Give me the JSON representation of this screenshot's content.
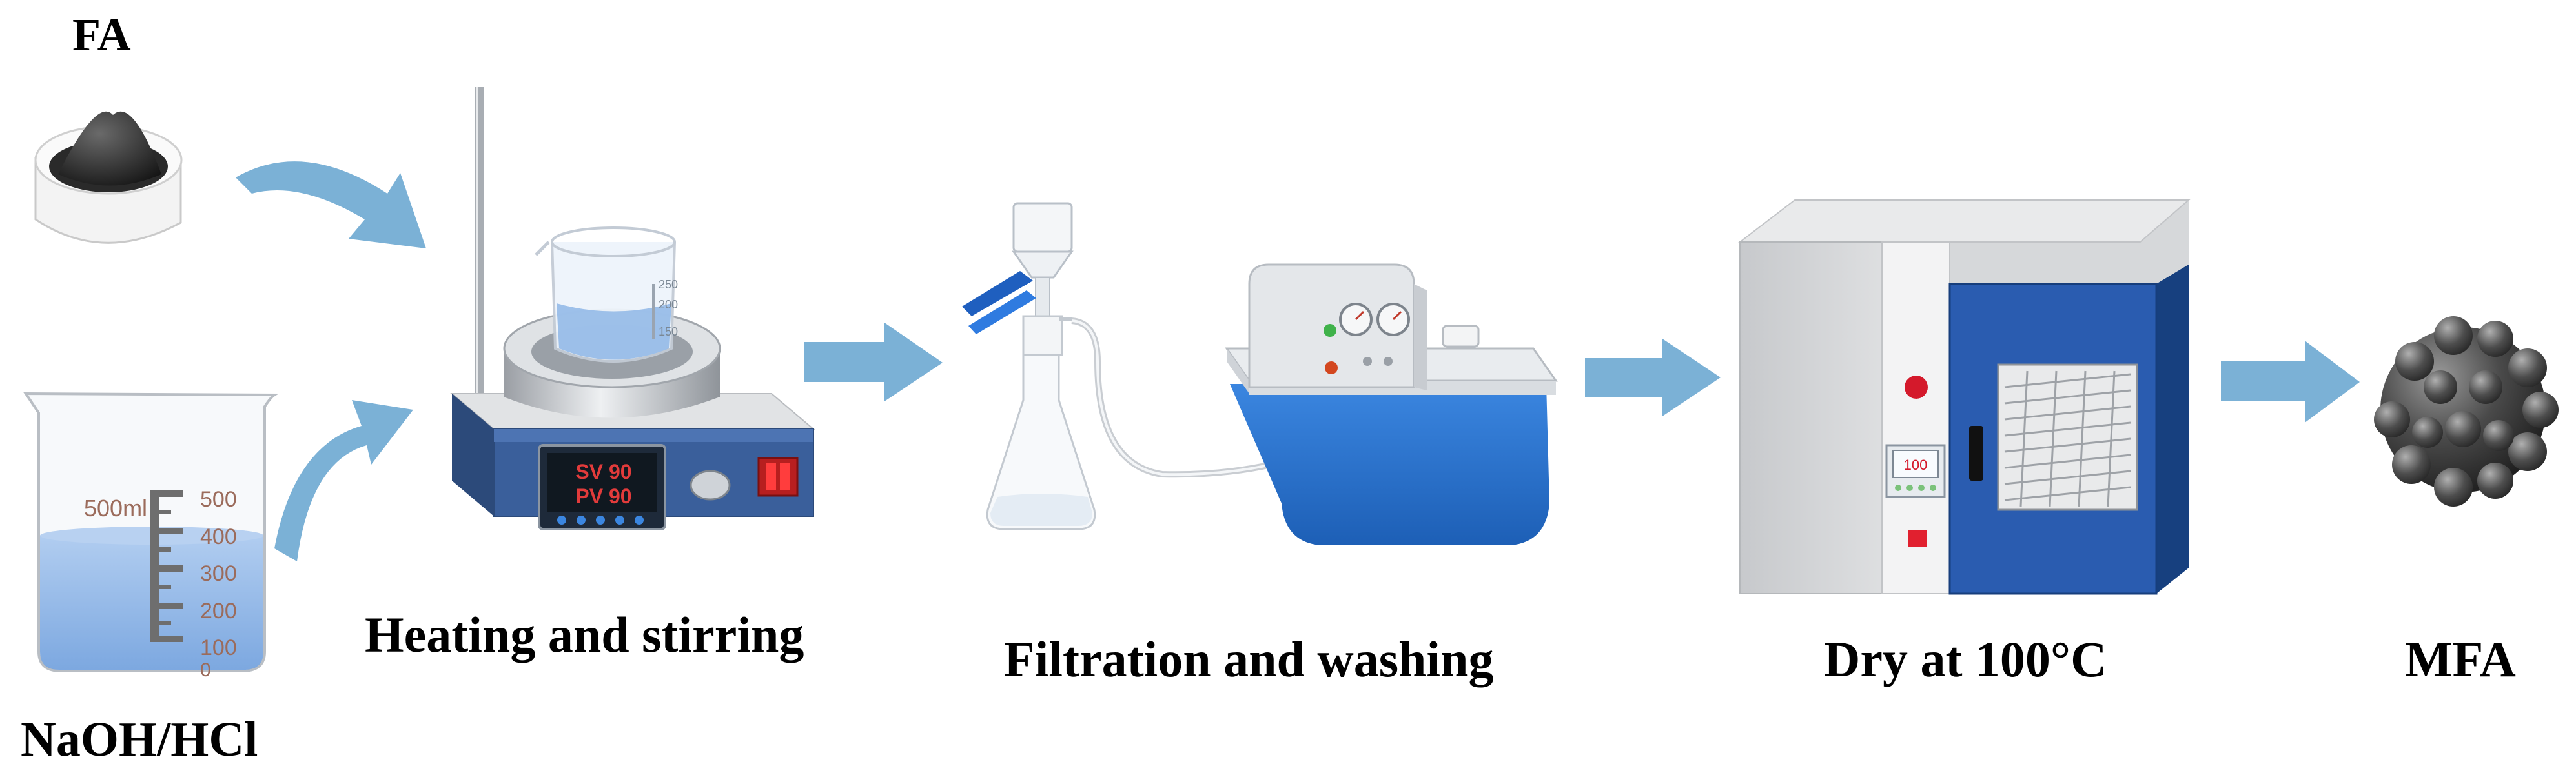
{
  "labels": {
    "fa": "FA",
    "naoh_hcl": "NaOH/HCl",
    "heating": "Heating and stirring",
    "filtration": "Filtration and washing",
    "dry": "Dry at 100°C",
    "mfa": "MFA"
  },
  "beaker": {
    "volume_label": "500ml",
    "marks": [
      "500",
      "400",
      "300",
      "200",
      "100",
      "0"
    ]
  },
  "stirrer_beaker": {
    "marks": [
      "250",
      "200",
      "150"
    ]
  },
  "stirrer_display": {
    "sv": "SV 90",
    "pv": "PV 90"
  },
  "oven_display": {
    "value": "100"
  },
  "colors": {
    "arrow": "#7bb1d6",
    "liquid": "#8eb6e6",
    "pump_blue": "#2a6fc9",
    "oven_door": "#1f4f9c",
    "oven_body": "#d2d4d6",
    "sphere": "#3c3c3c"
  },
  "icons": {
    "fa_dish": "fa-powder-dish-icon",
    "beaker": "beaker-icon",
    "stirrer": "magnetic-stirrer-icon",
    "filter_flask": "filter-flask-icon",
    "vacuum_pump": "vacuum-pump-icon",
    "oven": "drying-oven-icon",
    "mfa_particle": "mfa-particle-icon"
  }
}
